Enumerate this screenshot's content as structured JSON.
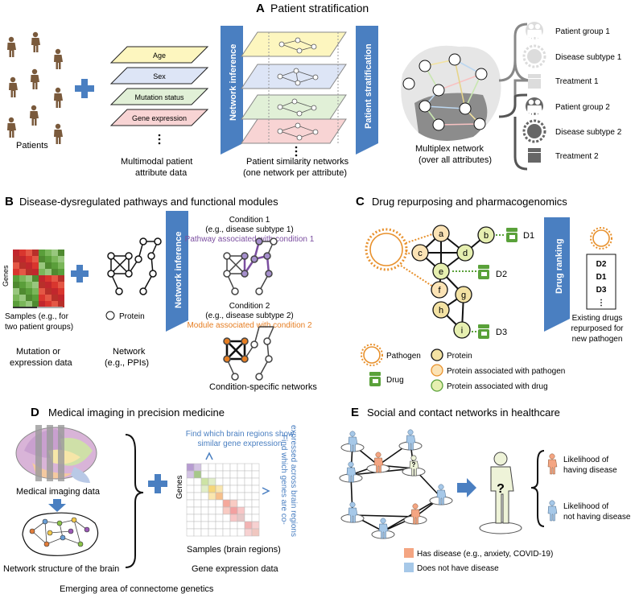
{
  "panelA": {
    "letter": "A",
    "title": "Patient stratification",
    "patients_label": "Patients",
    "attr_label_1": "Multimodal patient",
    "attr_label_2": "attribute data",
    "attributes": [
      "Age",
      "Sex",
      "Mutation status",
      "Gene expression"
    ],
    "ellipsis": "•\n•\n•",
    "arrow1": "Network inference",
    "arrow2": "Patient stratification",
    "sim_label_1": "Patient similarity networks",
    "sim_label_2": "(one network per attribute)",
    "multiplex_label_1": "Multiplex network",
    "multiplex_label_2": "(over all attributes)",
    "groups": [
      {
        "group": "Patient group 1",
        "subtype": "Disease subtype 1",
        "treatment": "Treatment 1"
      },
      {
        "group": "Patient group 2",
        "subtype": "Disease subtype 2",
        "treatment": "Treatment 2"
      }
    ]
  },
  "panelB": {
    "letter": "B",
    "title": "Disease-dysregulated pathways and functional modules",
    "genes_label": "Genes",
    "samples_label_1": "Samples (e.g., for",
    "samples_label_2": "two patient groups)",
    "data_label_1": "Mutation or",
    "data_label_2": "expression data",
    "protein_label": "Protein",
    "network_label_1": "Network",
    "network_label_2": "(e.g., PPIs)",
    "arrow": "Network inference",
    "cond1_1": "Condition 1",
    "cond1_2": "(e.g., disease subtype 1)",
    "cond1_3": "Pathway associated with condition 1",
    "cond2_1": "Condition 2",
    "cond2_2": "(e.g., disease subtype 2)",
    "cond2_3": "Module associated with condition 2",
    "cs_label": "Condition-specific networks",
    "colors": {
      "purple": "#7b4ea0",
      "orange": "#e67e22"
    }
  },
  "panelC": {
    "letter": "C",
    "title": "Drug repurposing and pharmacogenomics",
    "nodes": [
      "a",
      "b",
      "c",
      "d",
      "e",
      "f",
      "g",
      "h",
      "i"
    ],
    "drugs": [
      "D1",
      "D2",
      "D3"
    ],
    "arrow": "Drug ranking",
    "ranking": [
      "D2",
      "D1",
      "D3",
      "⋮"
    ],
    "result_1": "Existing drugs",
    "result_2": "repurposed for",
    "result_3": "new pathogen",
    "legend": {
      "pathogen": "Pathogen",
      "drug": "Drug",
      "protein": "Protein",
      "protein_pathogen": "Protein associated with pathogen",
      "protein_drug": "Protein associated with drug"
    }
  },
  "panelD": {
    "letter": "D",
    "title": "Medical imaging in precision medicine",
    "imaging_label": "Medical imaging data",
    "network_label": "Network structure of the brain",
    "top_label_1": "Find which brain regions show",
    "top_label_2": "similar gene expression",
    "side_label_1": "Find which genes are co-",
    "side_label_2": "expressed across brain regions",
    "genes_label": "Genes",
    "samples_label": "Samples (brain regions)",
    "expr_label": "Gene expression data",
    "footer": "Emerging area of connectome genetics"
  },
  "panelE": {
    "letter": "E",
    "title": "Social and contact networks in healthcare",
    "question": "?",
    "likely_1a": "Likelihood of",
    "likely_1b": "having disease",
    "likely_2a": "Likelihood of",
    "likely_2b": "not having disease",
    "legend_has": "Has disease (e.g., anxiety, COVID-19)",
    "legend_not": "Does not have disease",
    "colors": {
      "has": "#f4a582",
      "not": "#a6c8e8"
    }
  },
  "palette": {
    "arrow": "#4a7fc1",
    "orange": "#e8912d",
    "green": "#5aa13a",
    "node_orange": "#fbe3b5",
    "node_green": "#e6efb0",
    "node_tan": "#f3e2a3"
  }
}
